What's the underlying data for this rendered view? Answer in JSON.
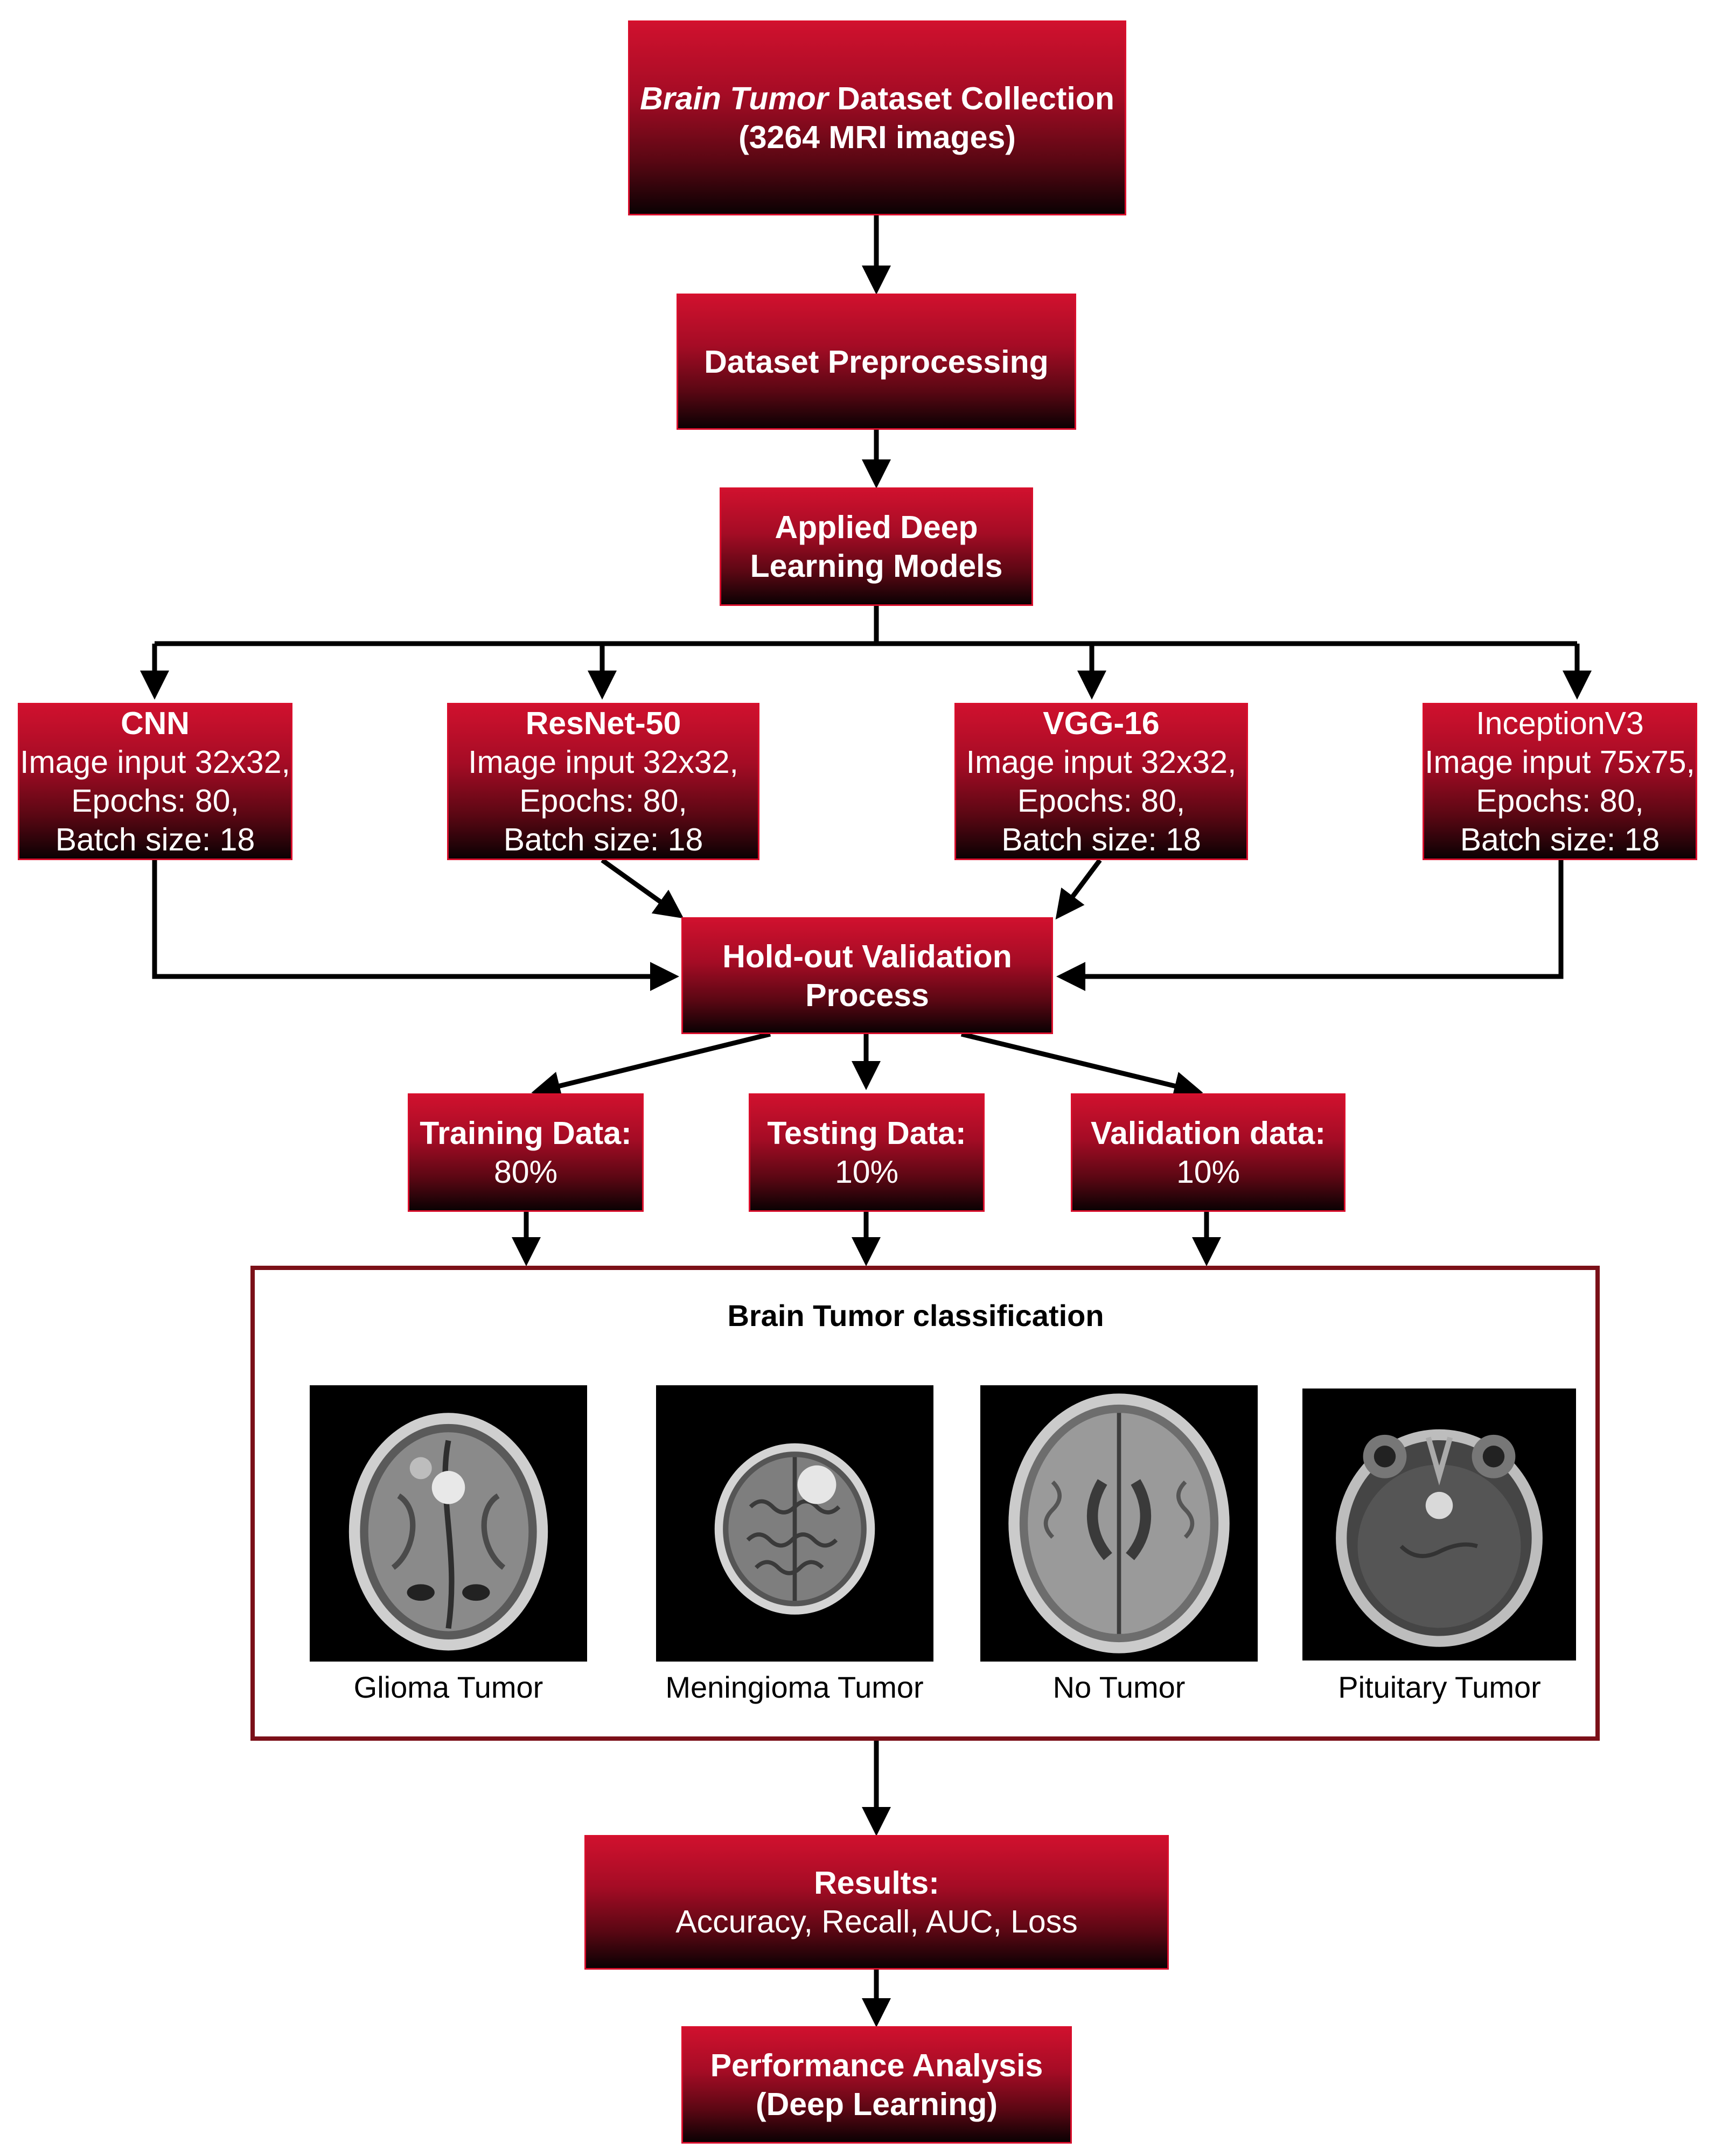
{
  "nodes": {
    "collection": {
      "italic": "Brain Tumor",
      "rest": " Dataset Collection",
      "line2": "(3264 MRI images)"
    },
    "preprocessing": {
      "label": "Dataset Preprocessing"
    },
    "models": {
      "line1": "Applied Deep",
      "line2": "Learning Models"
    },
    "cnn": {
      "name": "CNN",
      "input": "Image input 32x32,",
      "epochs": "Epochs: 80,",
      "batch": "Batch size: 18"
    },
    "resnet": {
      "name": "ResNet-50",
      "input": "Image input 32x32,",
      "epochs": "Epochs: 80,",
      "batch": "Batch size: 18"
    },
    "vgg": {
      "name": "VGG-16",
      "input": "Image input 32x32,",
      "epochs": "Epochs: 80,",
      "batch": "Batch size: 18"
    },
    "inception": {
      "name": "InceptionV3",
      "input": "Image input 75x75,",
      "epochs": "Epochs: 80,",
      "batch": "Batch size: 18"
    },
    "holdout": {
      "line1": "Hold-out Validation",
      "line2": "Process"
    },
    "training": {
      "title": "Training Data:",
      "value": "80%"
    },
    "testing": {
      "title": "Testing Data:",
      "value": "10%"
    },
    "validation": {
      "title": "Validation data:",
      "value": "10%"
    },
    "results": {
      "title": "Results:",
      "metrics": "Accuracy, Recall, AUC, Loss"
    },
    "performance": {
      "line1": "Performance Analysis",
      "line2": "(Deep Learning)"
    }
  },
  "classification": {
    "title": "Brain Tumor classification",
    "classes": [
      "Glioma Tumor",
      "Meningioma Tumor",
      "No Tumor",
      "Pituitary Tumor"
    ]
  },
  "colors": {
    "box_top": "#d0112e",
    "box_bottom": "#0b0103",
    "box_border": "#d90f2c",
    "panel_border": "#7b1018",
    "arrow": "#000000"
  }
}
